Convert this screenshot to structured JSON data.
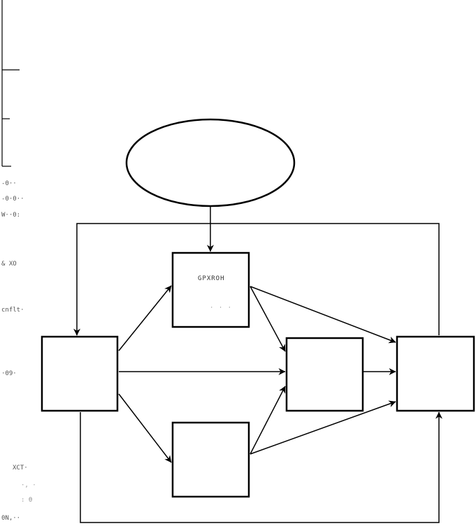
{
  "stroke_color": "#000000",
  "background_color": "#ffffff",
  "node_labels": {
    "top_box": "GPXROH",
    "top_box_sub": "· · ·"
  },
  "margin_labels": [
    "-0··",
    "-0·0··",
    "W··0:",
    "& XO",
    "cnflt·",
    "·09·",
    "XCT·",
    "·, ·",
    ": Ө",
    "0N,··"
  ]
}
